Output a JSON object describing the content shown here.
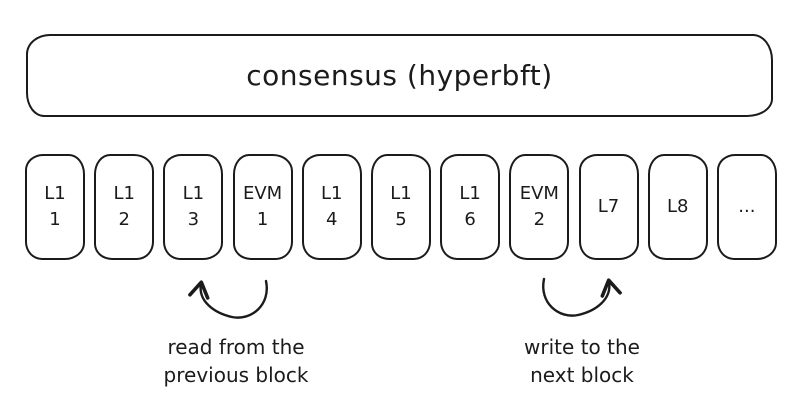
{
  "consensus": {
    "label": "consensus (hyperbft)"
  },
  "blocks": [
    {
      "line1": "L1",
      "line2": "1"
    },
    {
      "line1": "L1",
      "line2": "2"
    },
    {
      "line1": "L1",
      "line2": "3"
    },
    {
      "line1": "EVM",
      "line2": "1"
    },
    {
      "line1": "L1",
      "line2": "4"
    },
    {
      "line1": "L1",
      "line2": "5"
    },
    {
      "line1": "L1",
      "line2": "6"
    },
    {
      "line1": "EVM",
      "line2": "2"
    },
    {
      "line1": "L7",
      "line2": ""
    },
    {
      "line1": "L8",
      "line2": ""
    },
    {
      "line1": "...",
      "line2": ""
    }
  ],
  "annotations": {
    "read": {
      "line1": "read from the",
      "line2": "previous block"
    },
    "write": {
      "line1": "write to the",
      "line2": "next block"
    }
  },
  "colors": {
    "stroke": "#1b1b1b",
    "background": "#ffffff"
  }
}
